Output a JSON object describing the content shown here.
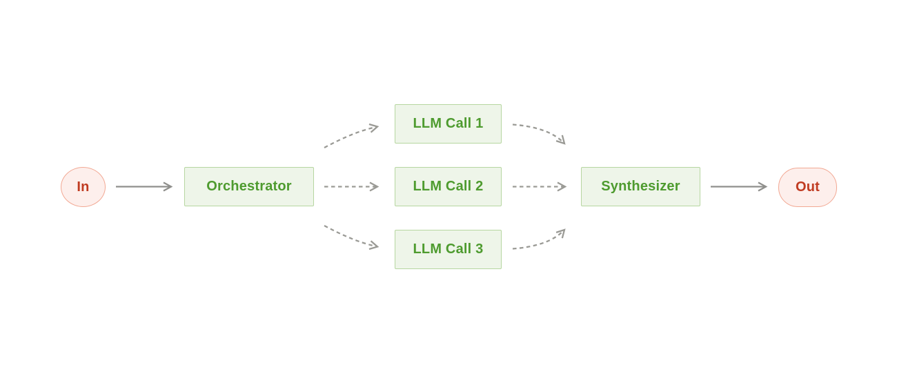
{
  "diagram": {
    "nodes": {
      "in": {
        "label": "In",
        "shape": "ellipse",
        "role": "input-terminal"
      },
      "orchestrator": {
        "label": "Orchestrator",
        "shape": "rect",
        "role": "process"
      },
      "llm_call_1": {
        "label": "LLM Call 1",
        "shape": "rect",
        "role": "process"
      },
      "llm_call_2": {
        "label": "LLM Call 2",
        "shape": "rect",
        "role": "process"
      },
      "llm_call_3": {
        "label": "LLM Call 3",
        "shape": "rect",
        "role": "process"
      },
      "synthesizer": {
        "label": "Synthesizer",
        "shape": "rect",
        "role": "process"
      },
      "out": {
        "label": "Out",
        "shape": "pill",
        "role": "output-terminal"
      }
    },
    "edges": [
      {
        "from": "In",
        "to": "Orchestrator",
        "style": "solid",
        "path": "straight"
      },
      {
        "from": "Orchestrator",
        "to": "LLM Call 1",
        "style": "dashed",
        "path": "curved-up"
      },
      {
        "from": "Orchestrator",
        "to": "LLM Call 2",
        "style": "dashed",
        "path": "straight"
      },
      {
        "from": "Orchestrator",
        "to": "LLM Call 3",
        "style": "dashed",
        "path": "curved-down"
      },
      {
        "from": "LLM Call 1",
        "to": "Synthesizer",
        "style": "dashed",
        "path": "curved-down"
      },
      {
        "from": "LLM Call 2",
        "to": "Synthesizer",
        "style": "dashed",
        "path": "straight"
      },
      {
        "from": "LLM Call 3",
        "to": "Synthesizer",
        "style": "dashed",
        "path": "curved-up"
      },
      {
        "from": "Synthesizer",
        "to": "Out",
        "style": "solid",
        "path": "straight"
      }
    ],
    "colors": {
      "background": "#ffffff",
      "green_text": "#4e9b2f",
      "green_border": "#b6d6a0",
      "green_fill": "#eef5e9",
      "red_text": "#c03b21",
      "red_border": "#f2a893",
      "red_fill": "#fdefec",
      "arrow_solid": "#8f8f8c",
      "arrow_dashed": "#9a9a95"
    }
  }
}
